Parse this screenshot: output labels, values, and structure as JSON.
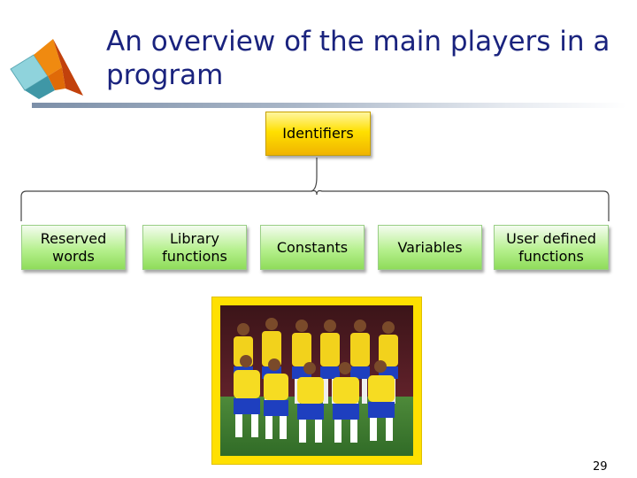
{
  "slide": {
    "title": "An overview of the main players in a program",
    "page_number": "29"
  },
  "diagram": {
    "root": "Identifiers",
    "children": [
      {
        "label": "Reserved words"
      },
      {
        "label": "Library functions"
      },
      {
        "label": "Constants"
      },
      {
        "label": "Variables"
      },
      {
        "label": "User defined functions"
      }
    ]
  },
  "colors": {
    "title": "#1a237e",
    "root_fill": "#ffe000",
    "child_fill": "#b6f08e",
    "photo_background": "#ffe000"
  },
  "image": {
    "subject": "team-photo"
  }
}
